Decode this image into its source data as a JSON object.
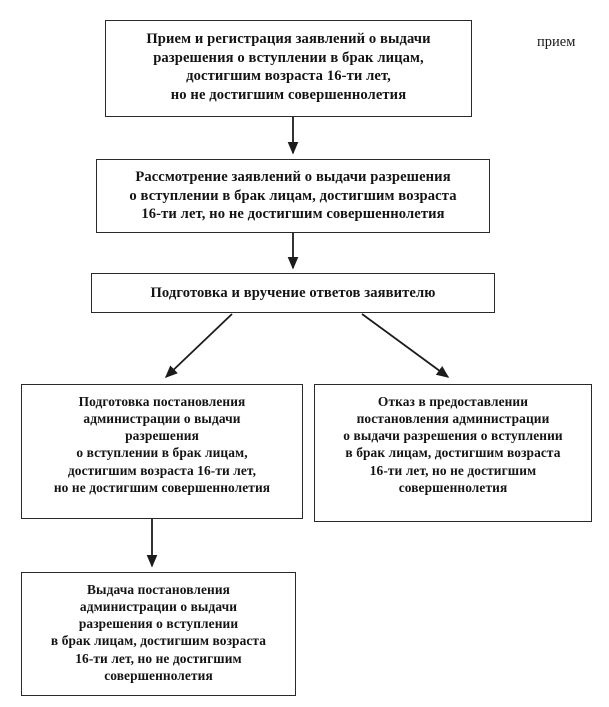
{
  "diagram": {
    "title_label": "прием",
    "nodes": {
      "intake": "Прием и регистрация заявлений о выдачи\nразрешения о вступлении в брак лицам,\nдостигшим возраста 16-ти лет,\nно не достигшим совершеннолетия",
      "review": "Рассмотрение заявлений о выдачи разрешения\nо вступлении в брак лицам, достигшим возраста\n16-ти лет, но не достигшим совершеннолетия",
      "response": "Подготовка и вручение ответов заявителю",
      "approval": "Подготовка постановления\nадминистрации о выдачи\nразрешения\nо вступлении в брак лицам,\nдостигшим возраста 16-ти лет,\nно не достигшим совершеннолетия",
      "refusal": "Отказ в предоставлении\nпостановления администрации\nо выдачи разрешения о вступлении\nв брак лицам, достигшим возраста\n16-ти лет, но не достигшим\nсовершеннолетия",
      "issuance": "Выдача постановления\nадминистрации о выдачи\nразрешения о вступлении\nв брак лицам, достигшим возраста\n16-ти лет, но не достигшим\nсовершеннолетия"
    },
    "edges": [
      {
        "name": "edge-intake-to-review",
        "from": "intake",
        "to": "review",
        "kind": "vertical-arrow"
      },
      {
        "name": "edge-review-to-response",
        "from": "review",
        "to": "response",
        "kind": "vertical-arrow"
      },
      {
        "name": "edge-response-to-approval",
        "from": "response",
        "to": "approval",
        "kind": "diagonal-arrow-left"
      },
      {
        "name": "edge-response-to-refusal",
        "from": "response",
        "to": "refusal",
        "kind": "diagonal-arrow-right"
      },
      {
        "name": "edge-approval-to-issuance",
        "from": "approval",
        "to": "issuance",
        "kind": "vertical-arrow"
      }
    ],
    "colors": {
      "background": "#ffffff",
      "box_border": "#2a2a2a",
      "text": "#141414",
      "edge": "#1c1c1c"
    }
  }
}
